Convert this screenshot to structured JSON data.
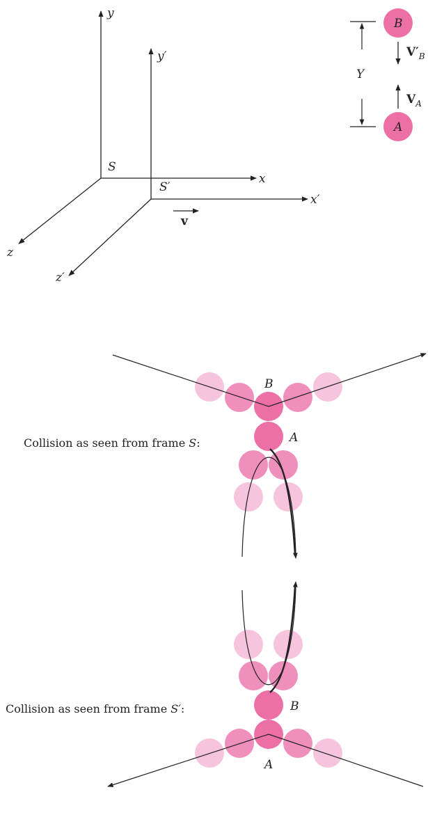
{
  "frames": {
    "s": {
      "origin": "S",
      "x": "x",
      "y": "y",
      "z": "z"
    },
    "s_prime": {
      "origin": "S′",
      "x": "x′",
      "y": "y′",
      "z": "z′"
    },
    "velocity": "v"
  },
  "inset": {
    "ball_b": "B",
    "ball_a": "A",
    "separation": "Y",
    "vel_b_main": "V′",
    "vel_b_sub": "B",
    "vel_a_main": "V",
    "vel_a_sub": "A"
  },
  "collision_s": {
    "caption_prefix": "Collision as seen from frame ",
    "caption_frame": "S",
    "caption_suffix": ":",
    "label_b": "B",
    "label_a": "A"
  },
  "collision_s_prime": {
    "caption_prefix": "Collision as seen from frame ",
    "caption_frame": "S′",
    "caption_suffix": ":",
    "label_b": "B",
    "label_a": "A"
  },
  "colors": {
    "ball_strong": "#ec6fa6",
    "ball_mid": "#ef8fbb",
    "ball_light": "#f6c4dc",
    "ink": "#222222"
  }
}
